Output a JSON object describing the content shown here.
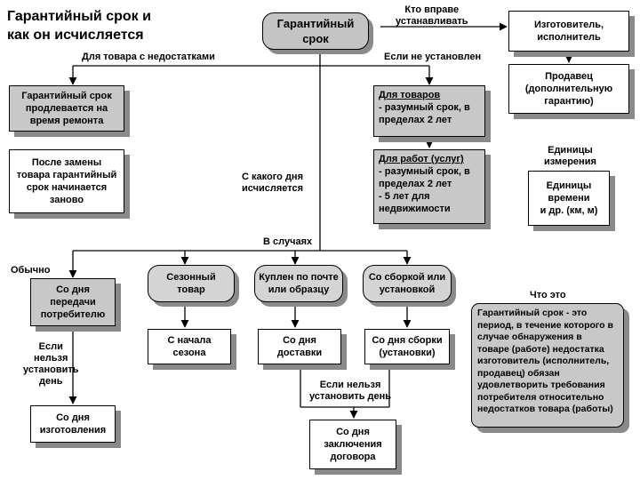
{
  "title": "Гарантийный срок и\nкак он исчисляется",
  "center": {
    "line1": "Гарантийный",
    "line2": "срок"
  },
  "labels": {
    "who": "Кто вправе\nустанавливать",
    "defects": "Для товара с недостатками",
    "not_set": "Если не установлен",
    "from_day": "С какого дня\nисчисляется",
    "cases": "В случаях",
    "usual": "Обычно",
    "cannot_left": "Если\nнельзя\nустановить\nдень",
    "cannot_mid": "Если нельзя\nустановить день",
    "what": "Что это",
    "units": "Единицы\nизмерения"
  },
  "boxes": {
    "manufacturer": "Изготовитель,\nисполнитель",
    "seller": "Продавец\n(дополнительную\nгарантию)",
    "repair": "Гарантийный срок\nпродлевается на\nвремя ремонта",
    "replace": "После замены\nтовара гарантийный\nсрок  начинается\nзаново",
    "goods": {
      "head": "Для товаров",
      "lines": [
        "- разумный срок,  в",
        "пределах 2 лет"
      ]
    },
    "works": {
      "head": "Для работ (услуг)",
      "lines": [
        "- разумный срок,  в",
        "пределах 2 лет",
        "-  5 лет для",
        "недвижимости"
      ]
    },
    "units_box": "Единицы\nвремени\nи др. (км, м)",
    "transfer": "Со дня\nпередачи\nпотребителю",
    "manufacture": "Со дня\nизготовления",
    "seasonal": "Сезонный\nтовар",
    "mail": "Куплен по почте\nили образцу",
    "assembly": "Со сборкой или\nустановкой",
    "season_start": "С начала\nсезона",
    "delivery": "Со дня\nдоставки",
    "assembly_day": "Со дня  сборки\n(установки)",
    "contract": "Со дня\nзаключения\nдоговора",
    "definition": "Гарантийный срок - это\nпериод, в течение которого в\nслучае обнаружения в\nтоваре (работе) недостатка\nизготовитель (исполнитель,\nпродавец) обязан\nудовлетворить требования\nпотребителя относительно\nнедостатков товара (работы)"
  }
}
